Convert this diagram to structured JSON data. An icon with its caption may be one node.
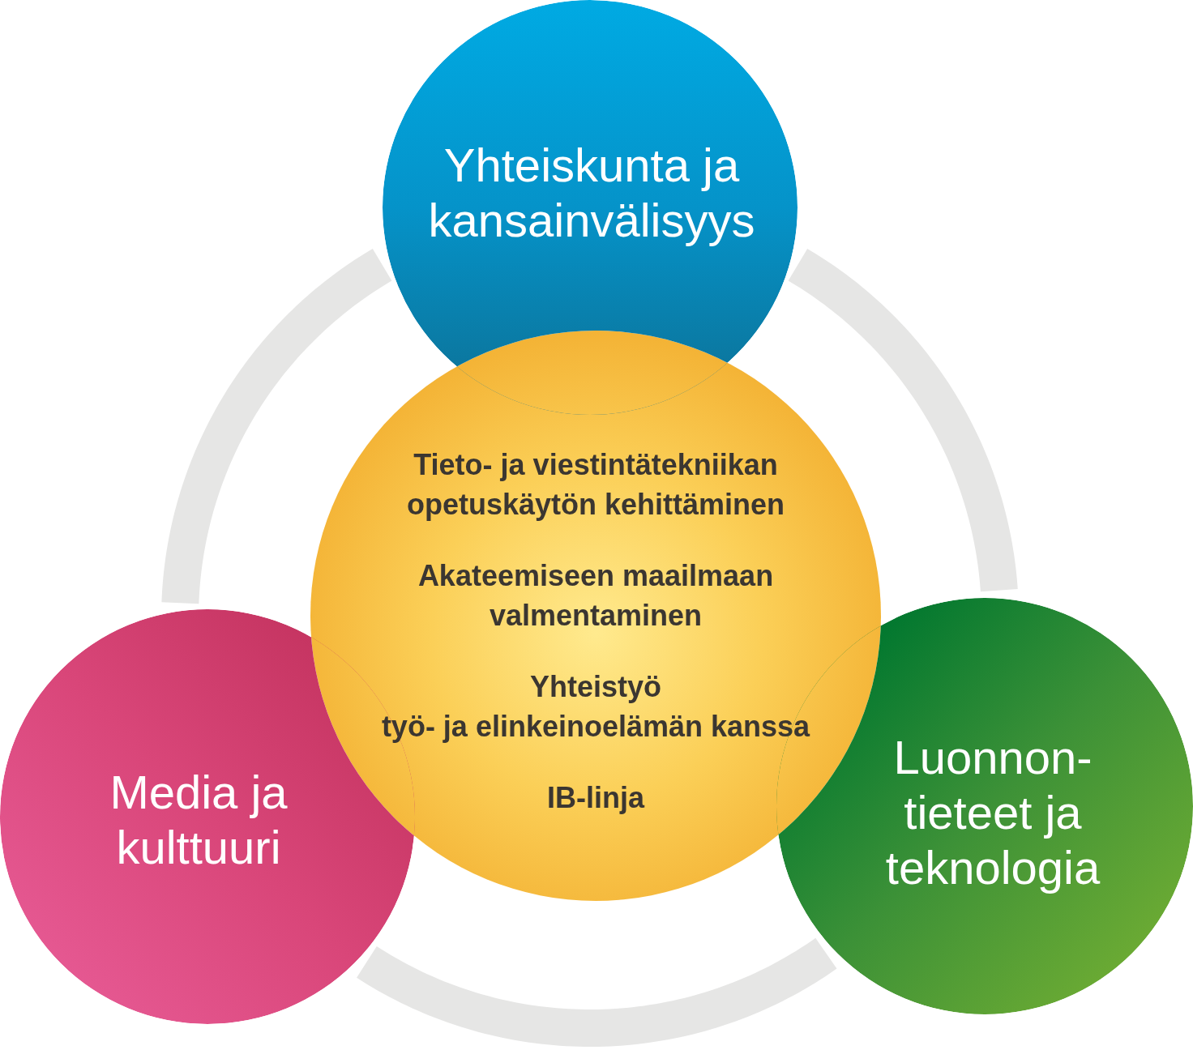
{
  "diagram": {
    "nodes": [
      {
        "text": [
          "Yhteiskunta ja kansainvälisyys"
        ]
      },
      {
        "text": [
          "Tieto- ja viestintätekniikan opetuskäytön kehittäminen",
          "Akateemiseen maailmaan valmentaminen",
          "Yhteistyö työ- ja elinkeinoelämän kanssa",
          "IB-linja"
        ]
      },
      {
        "text": [
          "Media ja kulttuuri"
        ]
      },
      {
        "text": [
          "Luonnon- tieteet ja teknologia"
        ]
      }
    ],
    "edges": [
      {
        "from": 0,
        "to": 2,
        "arrow": "none"
      },
      {
        "from": 0,
        "to": 3,
        "arrow": "none"
      },
      {
        "from": 2,
        "to": 3,
        "arrow": "none"
      }
    ]
  }
}
